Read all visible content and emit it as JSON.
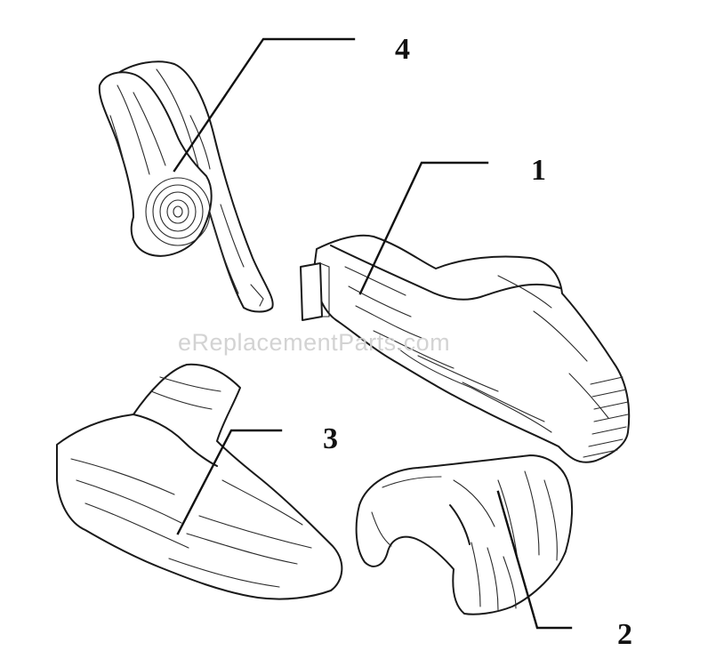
{
  "diagram": {
    "callouts": [
      {
        "id": "4",
        "label": "4"
      },
      {
        "id": "1",
        "label": "1"
      },
      {
        "id": "3",
        "label": "3"
      },
      {
        "id": "2",
        "label": "2"
      }
    ],
    "watermark": "eReplacementParts.com"
  }
}
